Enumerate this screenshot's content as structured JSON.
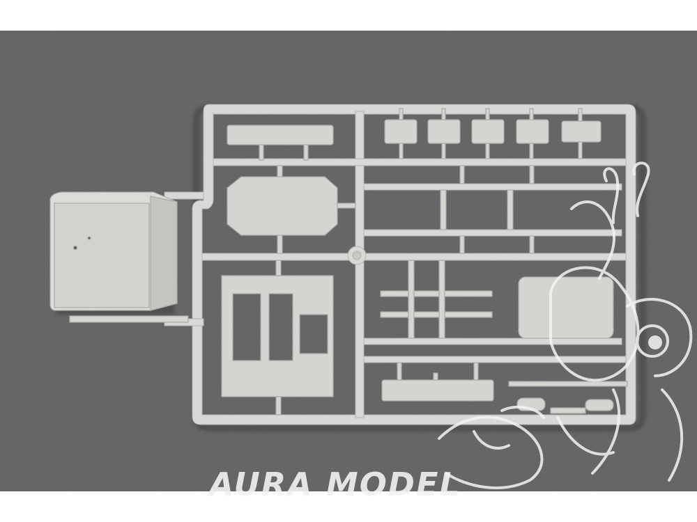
{
  "photo": {
    "subject": "plastic-model-kit-sprue",
    "background_color": "#5f5f61",
    "sprue_color": "#d8d8d6",
    "part_shadow_color": "#b9b9b6",
    "border_color": "#ffffff"
  },
  "watermark": {
    "text": "AURA MODEL",
    "color": "#f2f2f2",
    "logo": "cartoon-character-logo"
  }
}
